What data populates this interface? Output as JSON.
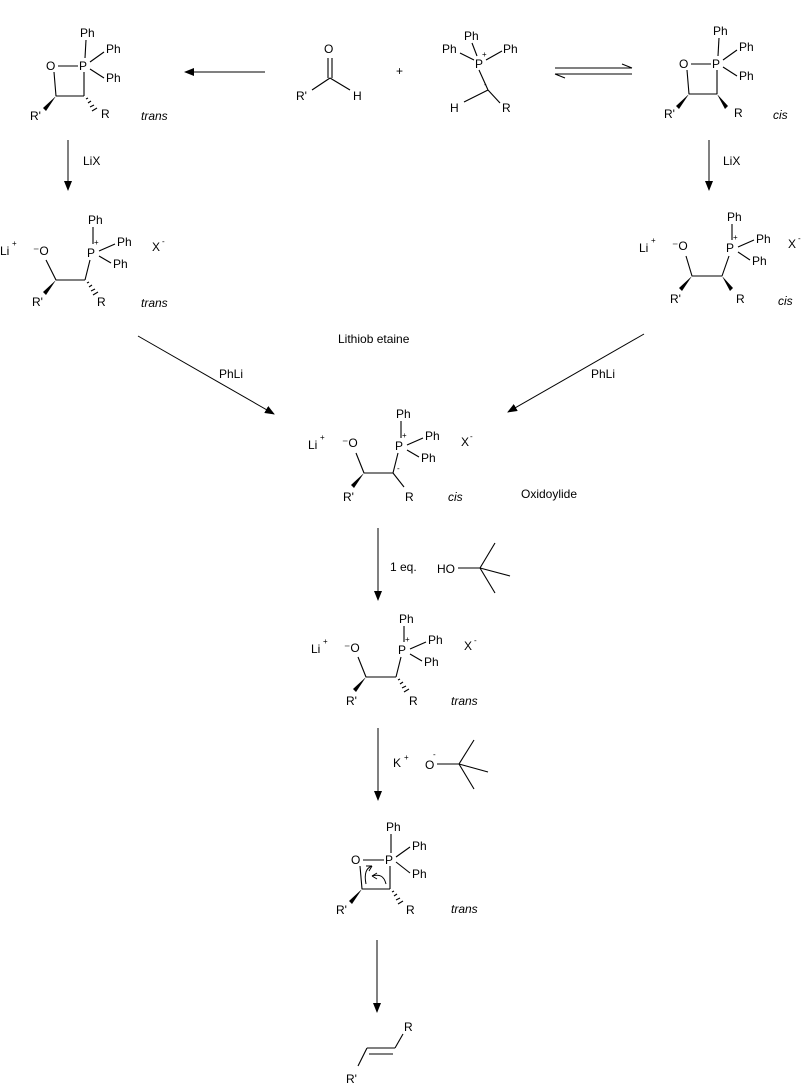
{
  "labels": {
    "ph": "Ph",
    "p": "P",
    "o": "O",
    "h": "H",
    "r": "R",
    "r_prime": "R'",
    "li": "Li",
    "x": "X",
    "k": "K",
    "plus": "+",
    "minus": "-",
    "o_anion": "⁻O",
    "trans": "trans",
    "cis": "cis",
    "lix": "LiX",
    "phli": "PhLi",
    "one_eq": "1 eq.",
    "ho": "HO",
    "lithiobetaine": "Lithiob etaine",
    "oxidoylide": "Oxidoylide"
  }
}
